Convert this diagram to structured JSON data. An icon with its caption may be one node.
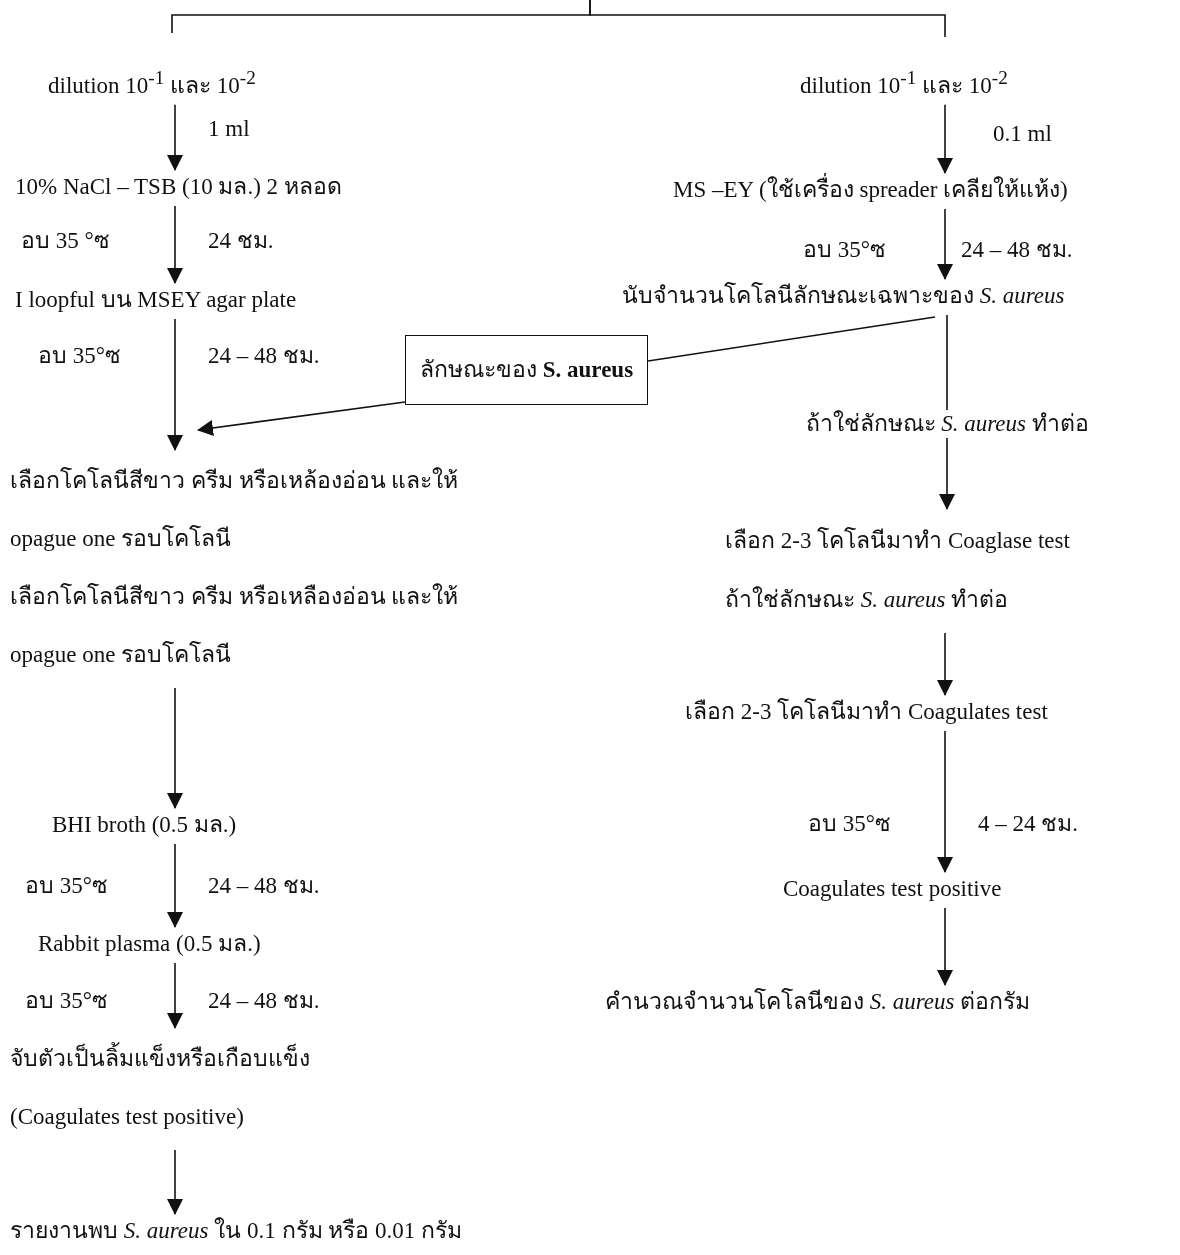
{
  "diagram": {
    "nodes": [
      {
        "text": [
          "dilution 10$^{-1}$ และ 10$^{-2}$"
        ]
      },
      {
        "text": [
          "dilution 10$^{-1}$ และ 10$^{-2}$"
        ]
      },
      {
        "text": [
          "10% NaCl – TSB (10 มล.) 2 หลอด"
        ]
      },
      {
        "text": [
          "I loopful บน MSEY agar plate"
        ]
      },
      {
        "text": [
          "เลือกโคโลนีสีขาว ครีม หรือเหล้องอ่อน และให้ opague one รอบโคโลนี",
          "เลือกโคโลนีสีขาว ครีม หรือเหลืองอ่อน และให้ opague one รอบโคโลนี"
        ]
      },
      {
        "text": [
          "BHI broth (0.5 มล.)"
        ]
      },
      {
        "text": [
          "Rabbit plasma (0.5 มล.)"
        ]
      },
      {
        "text": [
          "จับตัวเป็นลิ้มแข็งหรือเกือบแข็ง",
          "(Coagulates test positive)"
        ]
      },
      {
        "text": [
          "รายงานพบ *S. aureus* ใน 0.1 กรัม หรือ 0.01 กรัม"
        ]
      },
      {
        "text": [
          "MS –EY (ใช้เครื่อง spreader เคลียให้แห้ง)"
        ]
      },
      {
        "text": [
          "นับจำนวนโคโลนีลักษณะเฉพาะของ *S. aureus*"
        ]
      },
      {
        "text": [
          "ลักษณะของ **S. aureus**"
        ]
      },
      {
        "text": [
          "เลือก 2-3 โคโลนีมาทำ Coaglase test",
          "ถ้าใช่ลักษณะ *S. aureus* ทำต่อ"
        ]
      },
      {
        "text": [
          "เลือก 2-3 โคโลนีมาทำ Coagulates test"
        ]
      },
      {
        "text": [
          "Coagulates test positive"
        ]
      },
      {
        "text": [
          "คำนวณจำนวนโคโลนีของ *S. aureus* ต่อกรัม"
        ]
      }
    ],
    "edges": [
      {
        "from": null,
        "to": 0,
        "arrow": "none"
      },
      {
        "from": null,
        "to": 1,
        "arrow": "none"
      },
      {
        "from": 0,
        "to": 2,
        "arrow": "to",
        "label": "1 ml"
      },
      {
        "from": 2,
        "to": 3,
        "arrow": "to",
        "label": "24 ชม."
      },
      {
        "from": 3,
        "to": 4,
        "arrow": "to",
        "label": "24 – 48 ชม."
      },
      {
        "from": 4,
        "to": 5,
        "arrow": "to"
      },
      {
        "from": 5,
        "to": 6,
        "arrow": "to",
        "label": "24 – 48 ชม."
      },
      {
        "from": 6,
        "to": 7,
        "arrow": "to",
        "label": "24 – 48 ชม."
      },
      {
        "from": 7,
        "to": 8,
        "arrow": "to"
      },
      {
        "from": 1,
        "to": 9,
        "arrow": "to",
        "label": "0.1 ml"
      },
      {
        "from": 9,
        "to": 10,
        "arrow": "to",
        "label": "24 – 48 ชม."
      },
      {
        "from": 10,
        "to": 11,
        "arrow": "none"
      },
      {
        "from": 11,
        "to": 4,
        "arrow": "to"
      },
      {
        "from": 10,
        "to": 12,
        "arrow": "to",
        "label": "ถ้าใช่ลักษณะ *S. aureus* ทำต่อ"
      },
      {
        "from": 12,
        "to": 13,
        "arrow": "to"
      },
      {
        "from": 13,
        "to": 14,
        "arrow": "to",
        "label": "4 – 24 ชม."
      },
      {
        "from": 14,
        "to": 15,
        "arrow": "to"
      }
    ],
    "labels": [
      "อบ 35 °ซ",
      "อบ 35°ซ",
      "อบ 35°ซ",
      "อบ 35°ซ",
      "อบ 35°ซ",
      "อบ 35°ซ"
    ]
  }
}
